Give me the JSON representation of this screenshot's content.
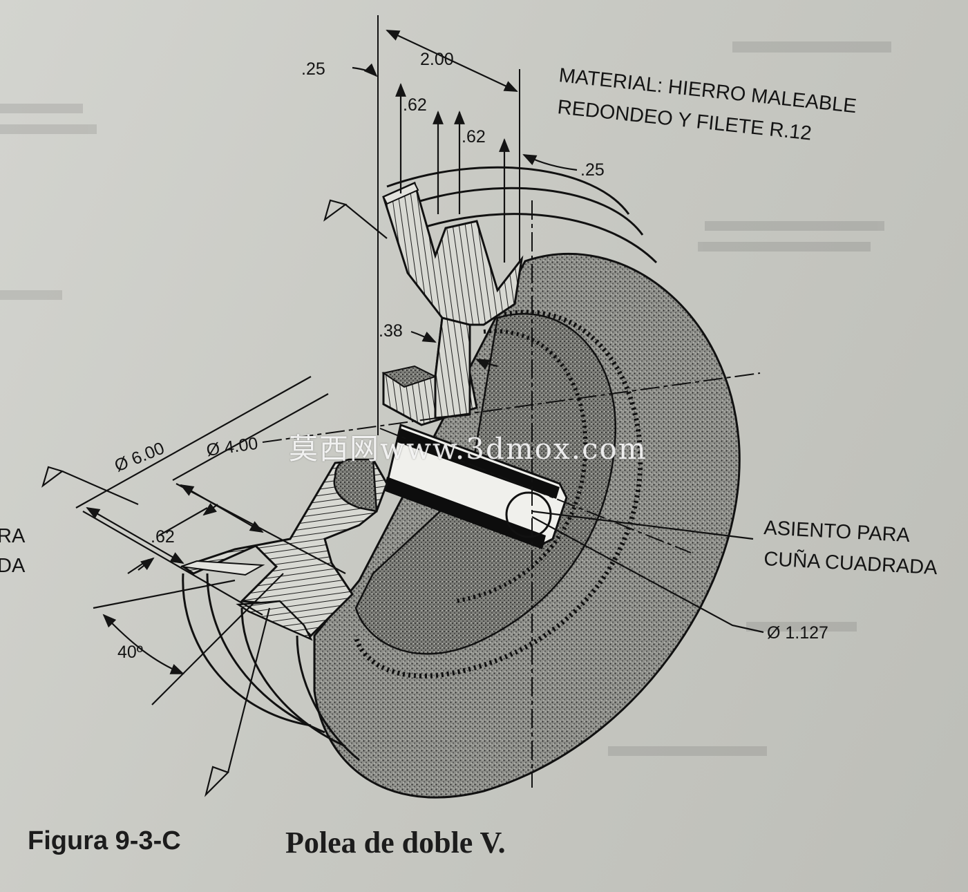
{
  "figure": {
    "number": "Figura 9-3-C",
    "title": "Polea de doble V."
  },
  "notes": {
    "material": "MATERIAL: HIERRO MALEABLE",
    "fillet": "REDONDEO Y FILETE R.12"
  },
  "dimensions": {
    "left_rim": ".25",
    "overall_width": "2.00",
    "groove_1": ".62",
    "groove_2": ".62",
    "right_rim": ".25",
    "web": ".38",
    "outer_diameter": "Ø 6.00",
    "hub_diameter": "Ø 4.00",
    "hub_offset": ".62",
    "groove_angle": "40º",
    "bore": "Ø 1.127"
  },
  "callouts": {
    "keyseat_line1": "ASIENTO PARA",
    "keyseat_line2": "CUÑA CUADRADA"
  },
  "margin_fragments": {
    "line1": "RA",
    "line2": "DA"
  },
  "watermark": "莫西网www.3dmox.com"
}
